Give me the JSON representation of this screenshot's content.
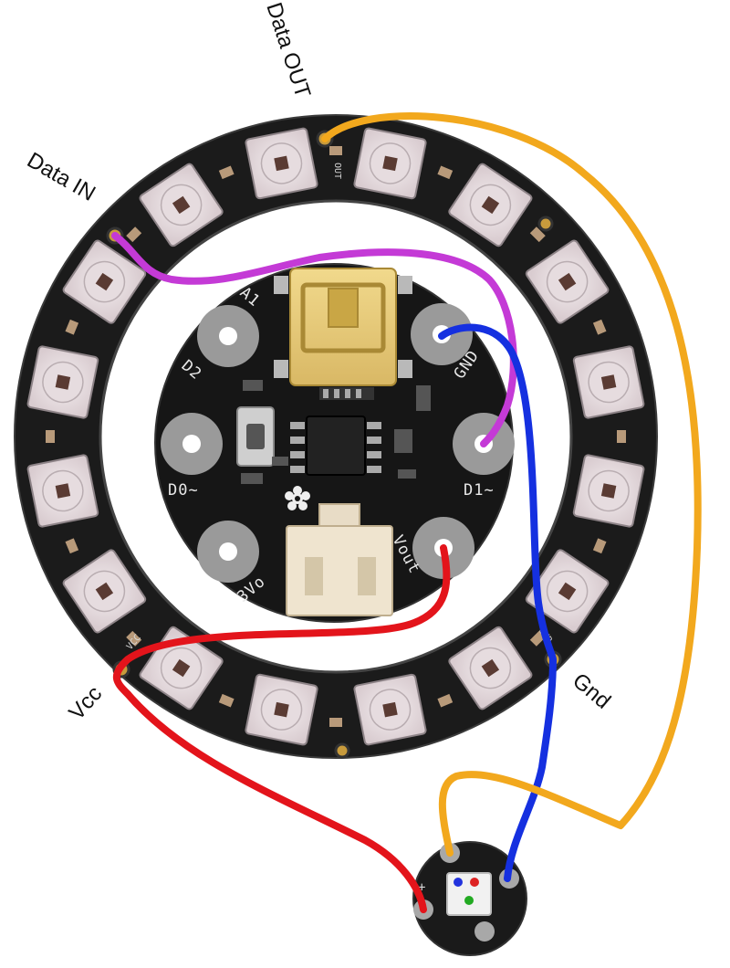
{
  "labels": {
    "data_out": "Data OUT",
    "data_in": "Data IN",
    "vcc": "Vcc",
    "gnd": "Gnd"
  },
  "board_silkscreen": {
    "a1": "A1",
    "d2": "D2",
    "d0": "D0~",
    "three_vo": "3Vo",
    "vout": "Vout",
    "d1": "D1~",
    "gnd": "GND"
  },
  "ring_silkscreen": {
    "out": "OUT",
    "vcc": "VCC",
    "gnd": "GND"
  },
  "pixel_silkscreen": {
    "plus": "+"
  },
  "wire_colors": {
    "data_out": "#f2a81d",
    "data_in": "#c43ad6",
    "ground": "#1530e0",
    "power": "#e3141b"
  },
  "ring": {
    "led_count": 16
  }
}
